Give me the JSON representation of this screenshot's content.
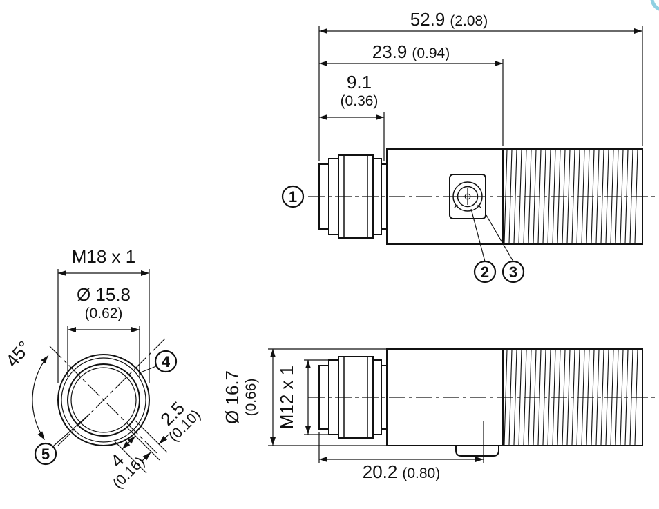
{
  "colors": {
    "line": "#111111",
    "background": "#ffffff",
    "corner_accent": "#8fd0e2"
  },
  "views": {
    "side": {
      "dims": {
        "overall_mm": "52.9",
        "overall_in": "(2.08)",
        "to_thread_mm": "23.9",
        "to_thread_in": "(0.94)",
        "front_mm": "9.1",
        "front_in": "(0.36)"
      },
      "callouts": {
        "c1": "1",
        "c2": "2",
        "c3": "3"
      }
    },
    "front": {
      "dims": {
        "thread": "M18 x 1",
        "bore_mm": "Ø 15.8",
        "bore_in": "(0.62)",
        "angle": "45°",
        "slot_small_mm": "2.5",
        "slot_small_in": "(0.10)",
        "slot_large_mm": "4",
        "slot_large_in": "(0.16)"
      },
      "callouts": {
        "c4": "4",
        "c5": "5"
      }
    },
    "bottom": {
      "dims": {
        "diameter_mm": "Ø 16.7",
        "diameter_in": "(0.66)",
        "sleeve_thread": "M12 x 1",
        "fixing_mm": "20.2",
        "fixing_in": "(0.80)"
      }
    }
  }
}
